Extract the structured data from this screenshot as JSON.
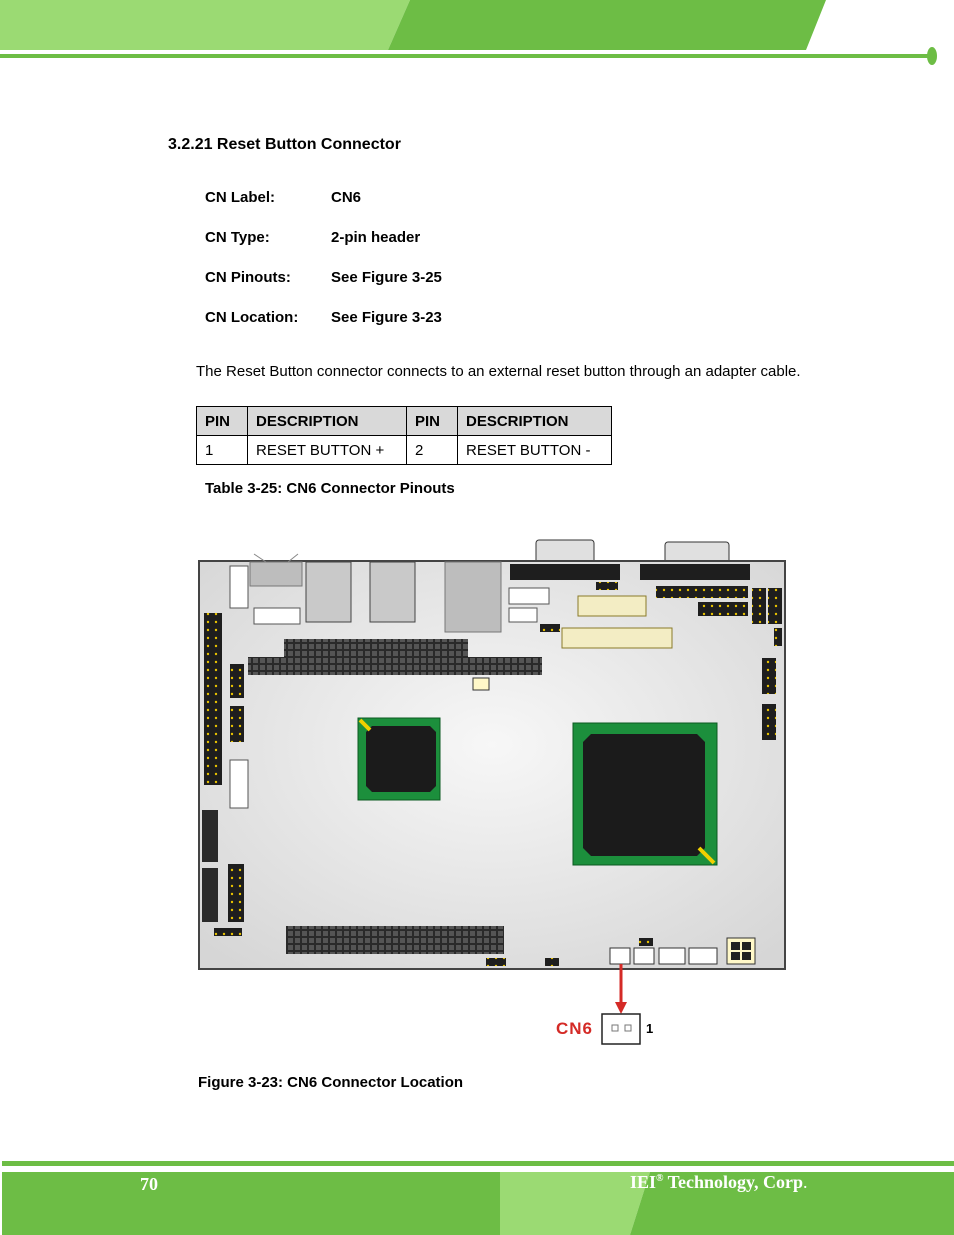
{
  "section": {
    "title": "3.2.21 Reset Button Connector"
  },
  "specs": [
    {
      "label": "CN Label:",
      "value": "CN6"
    },
    {
      "label": "CN Type:",
      "value": "2-pin header"
    },
    {
      "label": "CN Pinouts:",
      "value": "See Figure 3-25"
    },
    {
      "label": "CN Location:",
      "value": "See Figure 3-23"
    }
  ],
  "body": "The Reset Button connector connects to an external reset button through an adapter cable.",
  "pin_table": {
    "headers": [
      "PIN",
      "DESCRIPTION",
      "PIN",
      "DESCRIPTION"
    ],
    "rows": [
      [
        "1",
        "RESET BUTTON +",
        "2",
        "RESET BUTTON -"
      ]
    ]
  },
  "table_caption": "Table 3-25: CN6 Connector Pinouts",
  "figure": {
    "callout_label": "CN6",
    "pin_label": "1"
  },
  "figure_caption": "Figure 3-23: CN6 Connector Location",
  "footer": {
    "page_number": "70",
    "brand": "IEI",
    "registered": "®",
    "brand_rest": " Technology, Corp",
    "brand_dot": "."
  },
  "colors": {
    "green_light": "#9bda73",
    "green_dark": "#6dbd45",
    "callout_red": "#d42a26"
  }
}
